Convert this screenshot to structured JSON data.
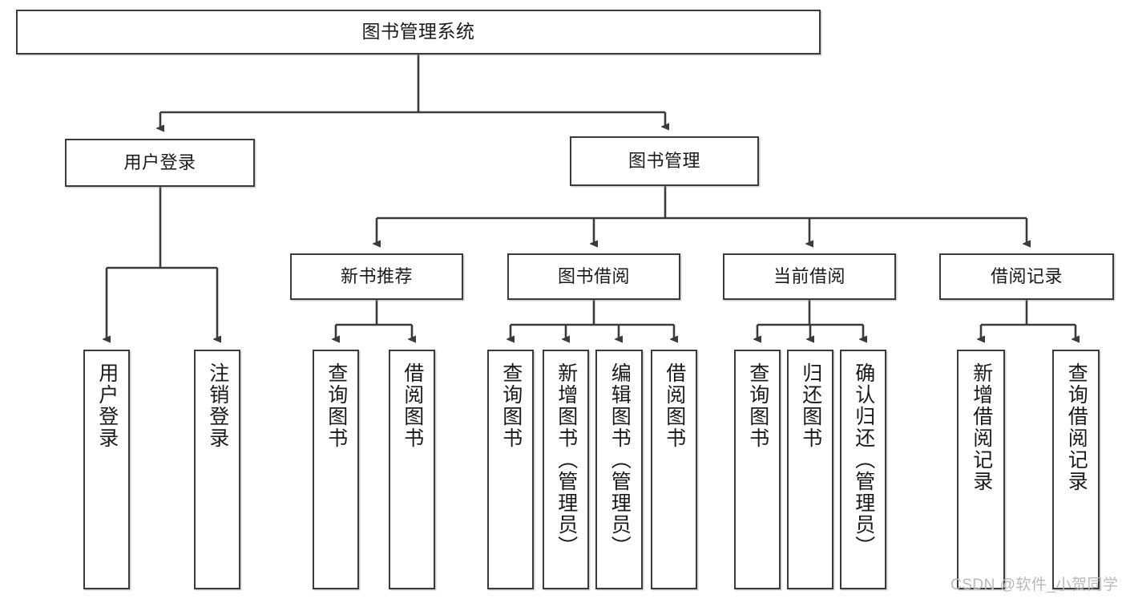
{
  "diagram": {
    "title": "图书管理系统",
    "type": "hierarchy-tree",
    "root": {
      "id": "root",
      "label": "图书管理系统"
    },
    "level2": [
      {
        "id": "user-login",
        "label": "用户登录"
      },
      {
        "id": "book-manage",
        "label": "图书管理"
      }
    ],
    "level3": [
      {
        "id": "new-book-rec",
        "label": "新书推荐",
        "parent": "book-manage"
      },
      {
        "id": "book-borrow",
        "label": "图书借阅",
        "parent": "book-manage"
      },
      {
        "id": "current-borrow",
        "label": "当前借阅",
        "parent": "book-manage"
      },
      {
        "id": "borrow-record",
        "label": "借阅记录",
        "parent": "book-manage"
      }
    ],
    "leaves": [
      {
        "id": "leaf-user-login",
        "label": "用户登录",
        "parent": "user-login"
      },
      {
        "id": "leaf-logout",
        "label": "注销登录",
        "parent": "user-login"
      },
      {
        "id": "leaf-query-book-1",
        "label": "查询图书",
        "parent": "new-book-rec"
      },
      {
        "id": "leaf-borrow-book-1",
        "label": "借阅图书",
        "parent": "new-book-rec"
      },
      {
        "id": "leaf-query-book-2",
        "label": "查询图书",
        "parent": "book-borrow"
      },
      {
        "id": "leaf-add-book",
        "label": "新增图书（管理员）",
        "parent": "book-borrow"
      },
      {
        "id": "leaf-edit-book",
        "label": "编辑图书（管理员）",
        "parent": "book-borrow"
      },
      {
        "id": "leaf-borrow-book-2",
        "label": "借阅图书",
        "parent": "book-borrow"
      },
      {
        "id": "leaf-query-book-3",
        "label": "查询图书",
        "parent": "current-borrow"
      },
      {
        "id": "leaf-return-book",
        "label": "归还图书",
        "parent": "current-borrow"
      },
      {
        "id": "leaf-confirm-return",
        "label": "确认归还（管理员）",
        "parent": "current-borrow"
      },
      {
        "id": "leaf-add-record",
        "label": "新增借阅记录",
        "parent": "borrow-record"
      },
      {
        "id": "leaf-query-record",
        "label": "查询借阅记录",
        "parent": "borrow-record"
      }
    ],
    "watermark": "CSDN @软件_小贺同学",
    "colors": {
      "stroke": "#3b3b3b",
      "fill": "#ffffff",
      "text": "#1a1a1a",
      "watermark": "#b9b9b9"
    }
  }
}
